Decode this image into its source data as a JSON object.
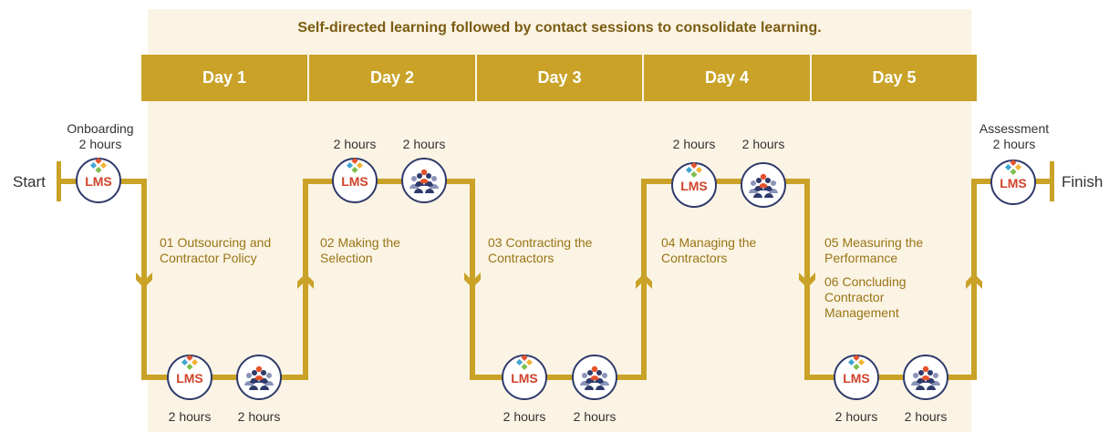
{
  "header": {
    "title": "Self-directed learning followed by contact sessions to consolidate learning."
  },
  "days": [
    "Day 1",
    "Day 2",
    "Day 3",
    "Day 4",
    "Day 5"
  ],
  "endpoints": {
    "start": "Start",
    "finish": "Finish"
  },
  "onboarding": {
    "label": "Onboarding",
    "duration": "2 hours"
  },
  "assessment": {
    "label": "Assessment",
    "duration": "2 hours"
  },
  "lms_label": "LMS",
  "session_durations": {
    "day2_lms": "2 hours",
    "day2_group": "2 hours",
    "day4_lms": "2 hours",
    "day4_group": "2 hours",
    "day1_lms": "2 hours",
    "day1_group": "2 hours",
    "day3_lms": "2 hours",
    "day3_group": "2 hours",
    "day5_lms": "2 hours",
    "day5_group": "2 hours"
  },
  "modules": {
    "m01_line1": "01 Outsourcing and",
    "m01_line2": "Contractor Policy",
    "m02_line1": "02 Making the",
    "m02_line2": "Selection",
    "m03_line1": "03 Contracting the",
    "m03_line2": "Contractors",
    "m04_line1": "04 Managing the",
    "m04_line2": "Contractors",
    "m05_line1": "05 Measuring the",
    "m05_line2": "Performance",
    "m06_line1": "06 Concluding",
    "m06_line2": "Contractor",
    "m06_line3": "Management"
  },
  "colors": {
    "gold": "#c9a227",
    "cream": "#fbf4e4",
    "navy": "#2f3a6b",
    "lms_red": "#d0432a"
  },
  "icons": [
    "lms-badge-icon",
    "group-session-icon",
    "arrow-down-icon",
    "arrow-up-icon"
  ]
}
